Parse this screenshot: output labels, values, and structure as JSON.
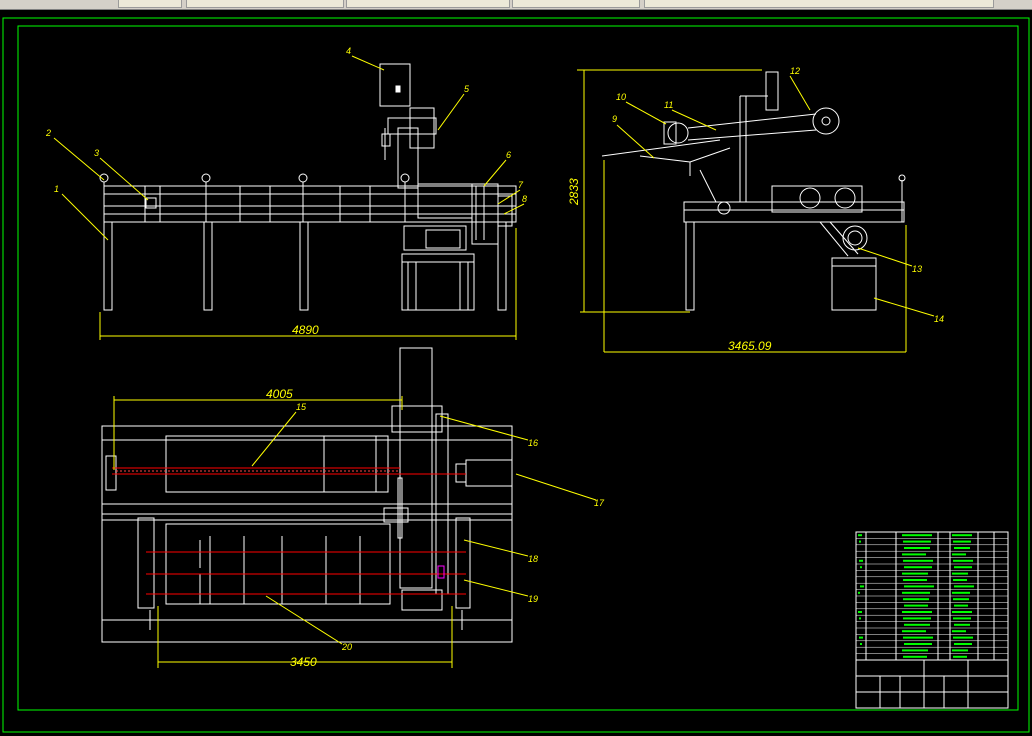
{
  "window": {
    "title": ""
  },
  "drawing": {
    "dimensions": {
      "front_width": "4890",
      "side_height": "2833",
      "side_width": "3465.09",
      "top_upper_width": "4005",
      "top_lower_width": "3450"
    },
    "callouts": [
      "1",
      "2",
      "3",
      "4",
      "5",
      "6",
      "7",
      "8",
      "9",
      "10",
      "11",
      "12",
      "13",
      "14",
      "15",
      "16",
      "17",
      "18",
      "19",
      "20"
    ]
  },
  "colors": {
    "background": "#000000",
    "outline": "#ffffff",
    "dimension": "#ffff00",
    "border": "#00ff00",
    "center_line": "#ff0000",
    "highlight": "#ff00ff"
  },
  "title_block": {
    "rows": 20
  }
}
